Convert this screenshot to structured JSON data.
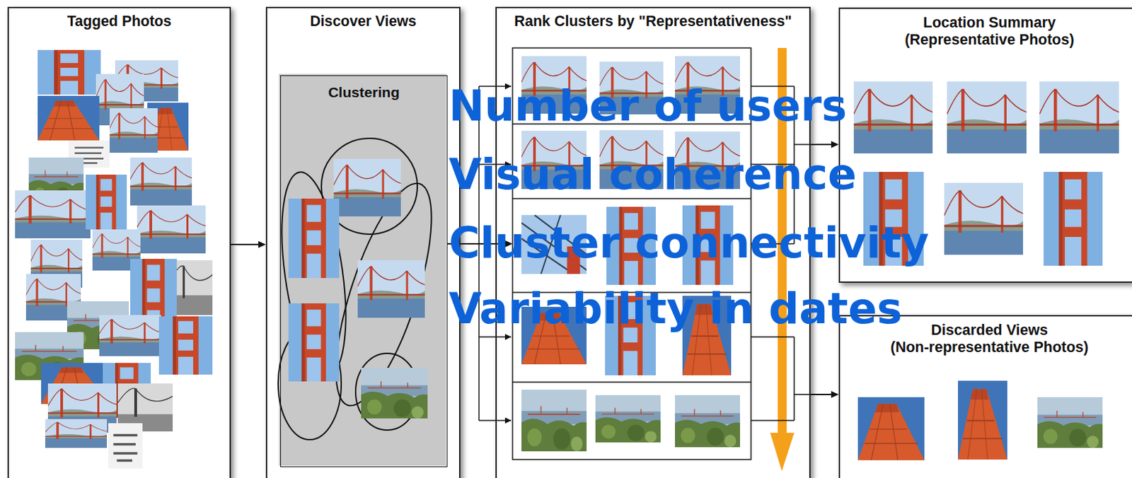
{
  "diagram": {
    "nodes": [
      {
        "text": [
          "Tagged Photos"
        ]
      },
      {
        "text": [
          "Discover Views"
        ]
      },
      {
        "text": [
          "Clustering"
        ],
        "in": 1
      },
      {
        "text": [
          "Rank Clusters by \"Representativeness\""
        ]
      },
      {
        "text": [
          "Location Summary",
          "(Representative Photos)"
        ]
      },
      {
        "text": [
          "Discarded Views",
          "(Non-representative Photos)"
        ]
      }
    ],
    "edges": [
      {
        "from": 0,
        "to": 1,
        "arrow": "to"
      },
      {
        "from": 2,
        "to": 3,
        "arrow": "to"
      },
      {
        "from": 3,
        "to": 4,
        "arrow": "to"
      },
      {
        "from": 3,
        "to": 5,
        "arrow": "to"
      }
    ],
    "labels": [
      "Number of users",
      "Visual coherence",
      "Cluster connectivity",
      "Variability in dates"
    ]
  }
}
